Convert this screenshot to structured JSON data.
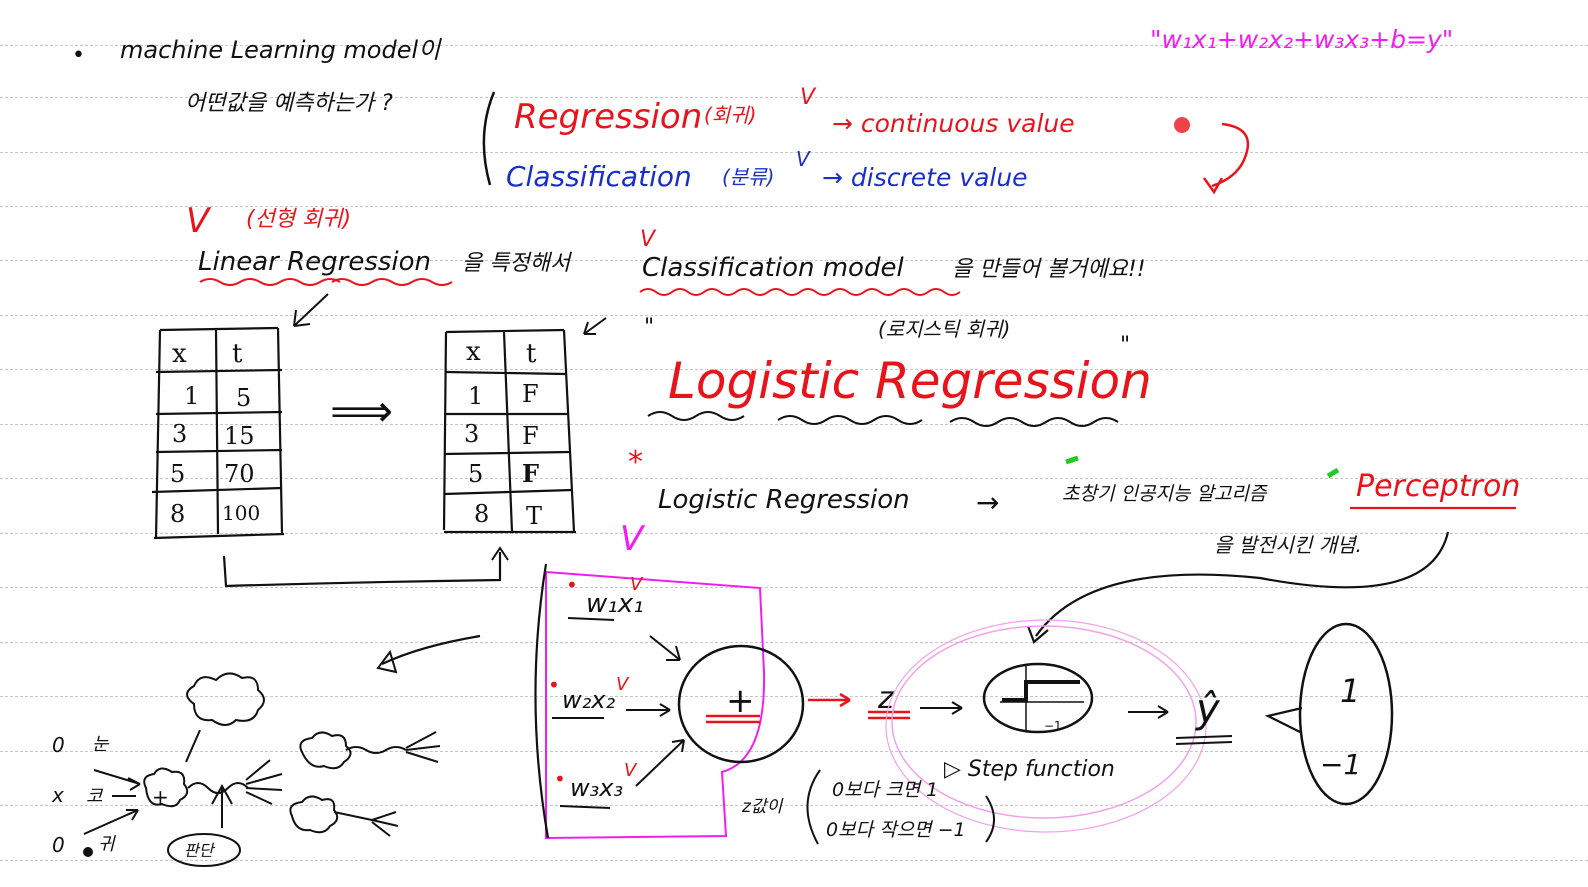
{
  "colors": {
    "black": "#111111",
    "red": "#e8141c",
    "blue": "#1a2ecc",
    "magenta": "#f01ef0",
    "pink": "#f4a0ec",
    "green": "#22cc22",
    "rule": "#c8c8c8"
  },
  "header": {
    "bullet": "•",
    "line1": "machine Learning model이",
    "line2": "어떤값을 예측하는가 ?",
    "formula": "\"w₁x₁+w₂x₂+w₃x₃+b=y\""
  },
  "types": {
    "regression": "Regression",
    "regression_kr": "(회귀)",
    "regression_value": "→ continuous value",
    "classification": "Classification",
    "classification_kr": "(분류)",
    "classification_value": "→ discrete value",
    "check": "V"
  },
  "intro": {
    "check": "V",
    "linear_kr": "(선형 회귀)",
    "linear": "Linear Regression",
    "linear_suffix": "을 특정해서",
    "classification_model": "Classification model",
    "classification_suffix": "을 만들어 볼거에요!!"
  },
  "table_left": {
    "headers": [
      "x",
      "t"
    ],
    "rows": [
      [
        "1",
        "5"
      ],
      [
        "3",
        "15"
      ],
      [
        "5",
        "70"
      ],
      [
        "8",
        "100"
      ]
    ]
  },
  "table_right": {
    "headers": [
      "x",
      "t"
    ],
    "rows": [
      [
        "1",
        "F"
      ],
      [
        "3",
        "F"
      ],
      [
        "5",
        "F"
      ],
      [
        "8",
        "T"
      ]
    ]
  },
  "arrow_double": "⟹",
  "logistic": {
    "quote_open": "\"",
    "quote_close": "\"",
    "kr": "(로지스틱 회귀)",
    "title": "Logistic Regression",
    "star": "*",
    "line_label": "Logistic Regression",
    "arrow": "→",
    "desc": "초창기 인공지능 알고리즘",
    "perceptron": "Perceptron",
    "desc2": "을 발전시킨 개념."
  },
  "perceptron": {
    "input1": "w₁x₁",
    "input2": "w₂x₂",
    "input3": "w₃x₃",
    "sum": "+",
    "z": "z",
    "yhat": "ŷ",
    "step_label": "▷ Step function",
    "step_minus": "−1",
    "cond_label": "z값이",
    "cond1": "0보다 크면 1",
    "cond2": "0보다 작으면 −1",
    "out1": "1",
    "out2": "−1",
    "dot": "•"
  },
  "neuron": {
    "in1": "0",
    "in1_label": "눈",
    "in2": "x",
    "in2_label": "코",
    "in3": "0",
    "in3_label": "귀",
    "sum": "+",
    "label": "판단"
  }
}
